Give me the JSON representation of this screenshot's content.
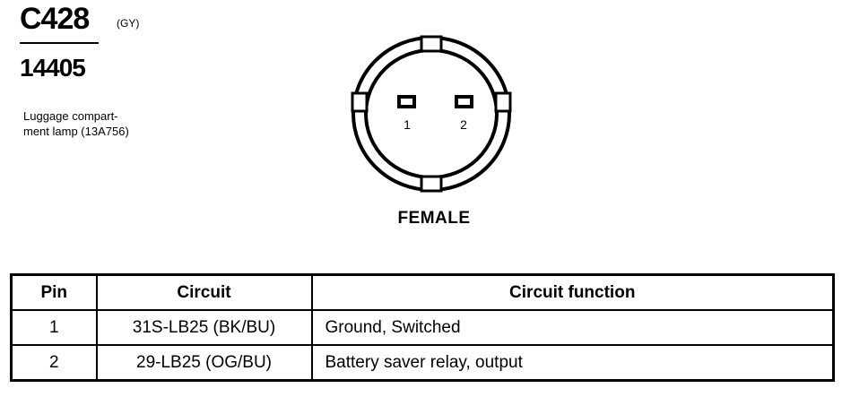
{
  "header": {
    "connector_id": "C428",
    "connector_color": "(GY)",
    "part_number": "14405",
    "description_line1": "Luggage compart-",
    "description_line2": "ment lamp (13A756)"
  },
  "diagram": {
    "view_label": "FEMALE",
    "pin_labels": [
      "1",
      "2"
    ]
  },
  "table": {
    "headers": [
      "Pin",
      "Circuit",
      "Circuit function"
    ],
    "rows": [
      [
        "1",
        "31S-LB25 (BK/BU)",
        "Ground, Switched"
      ],
      [
        "2",
        "29-LB25 (OG/BU)",
        "Battery saver relay, output"
      ]
    ]
  }
}
